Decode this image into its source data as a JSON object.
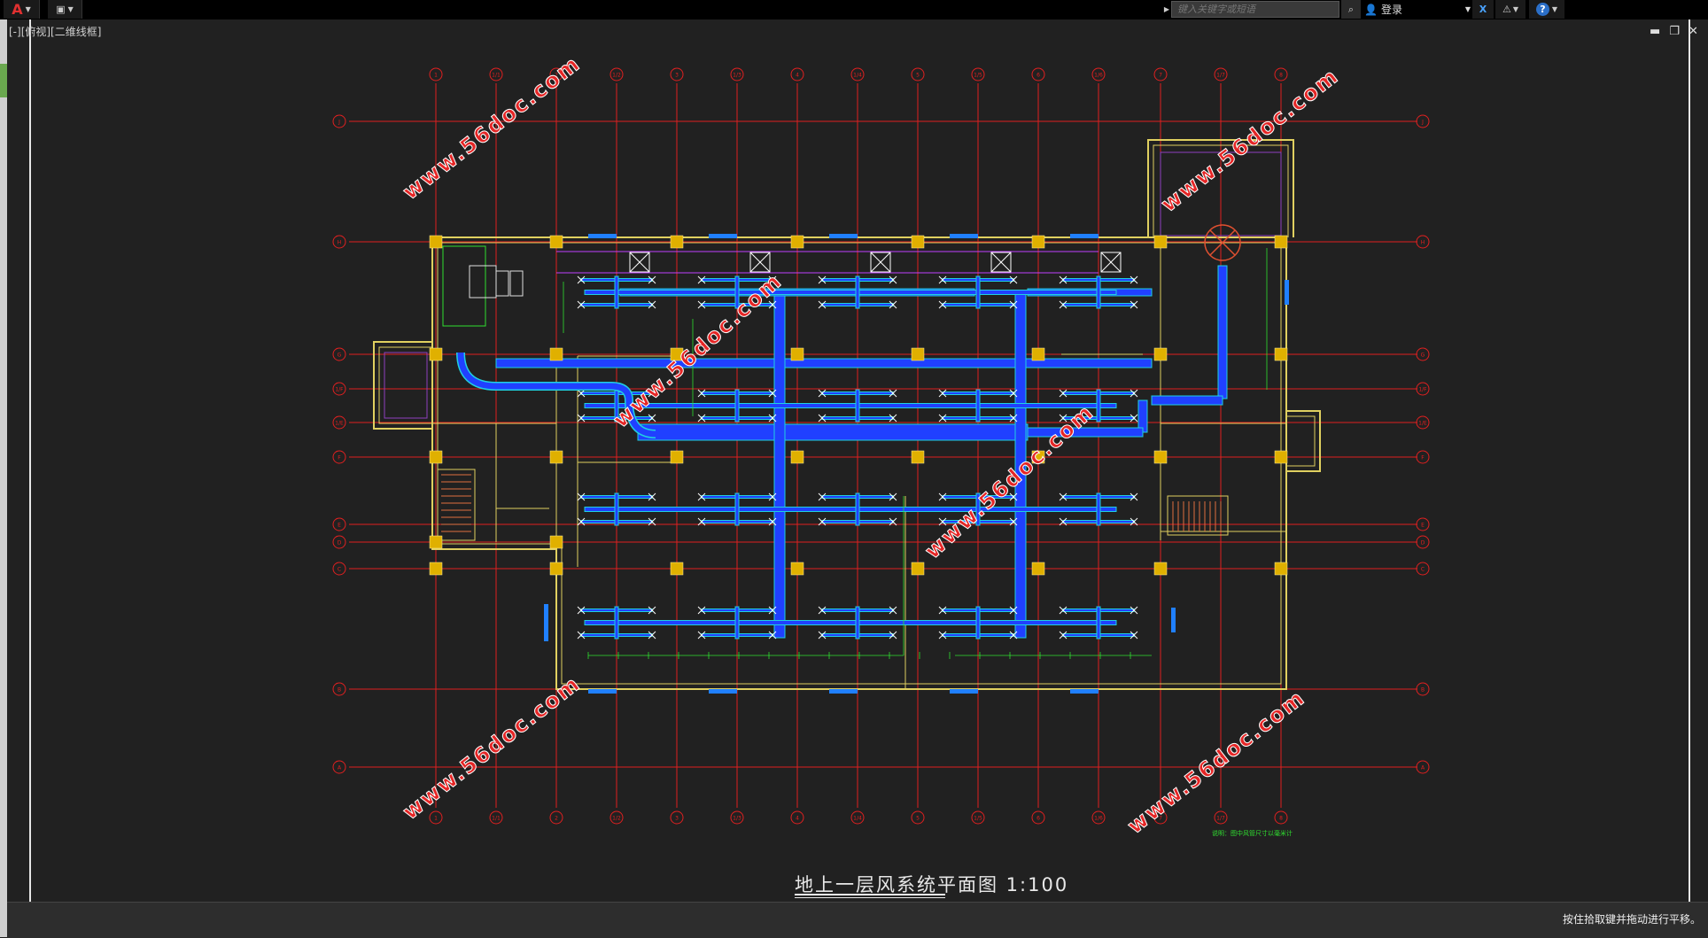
{
  "toolbar": {
    "app_logo": "A",
    "search_placeholder": "键入关键字或短语",
    "login_label": "登录",
    "exchange_label": "X",
    "help_label": "?"
  },
  "viewport": {
    "label": "[-][俯视][二维线框]"
  },
  "watermark_text": "www.56doc.com",
  "drawing": {
    "title": "地上一层风系统平面图  1:100",
    "note_bottom_right": "说明：图中风管尺寸以毫米计"
  },
  "axis_labels": {
    "top": [
      "1",
      "1/1",
      "2",
      "1/2",
      "3",
      "1/3",
      "4",
      "1/4",
      "5",
      "1/5",
      "6",
      "1/6",
      "7",
      "1/7",
      "8"
    ],
    "left": [
      "J",
      "H",
      "G",
      "1/F",
      "1/E",
      "F",
      "E",
      "D",
      "C",
      "B",
      "A"
    ]
  },
  "status": {
    "text": "按住拾取键并拖动进行平移。"
  },
  "colors": {
    "grid": "#e02020",
    "wall": "#e0d060",
    "duct": "#2040ff",
    "duct_outline": "#20d0e0",
    "dim": "#30e030",
    "column": "#e0b000",
    "window": "#2080ff",
    "watermark": "#e52626"
  }
}
